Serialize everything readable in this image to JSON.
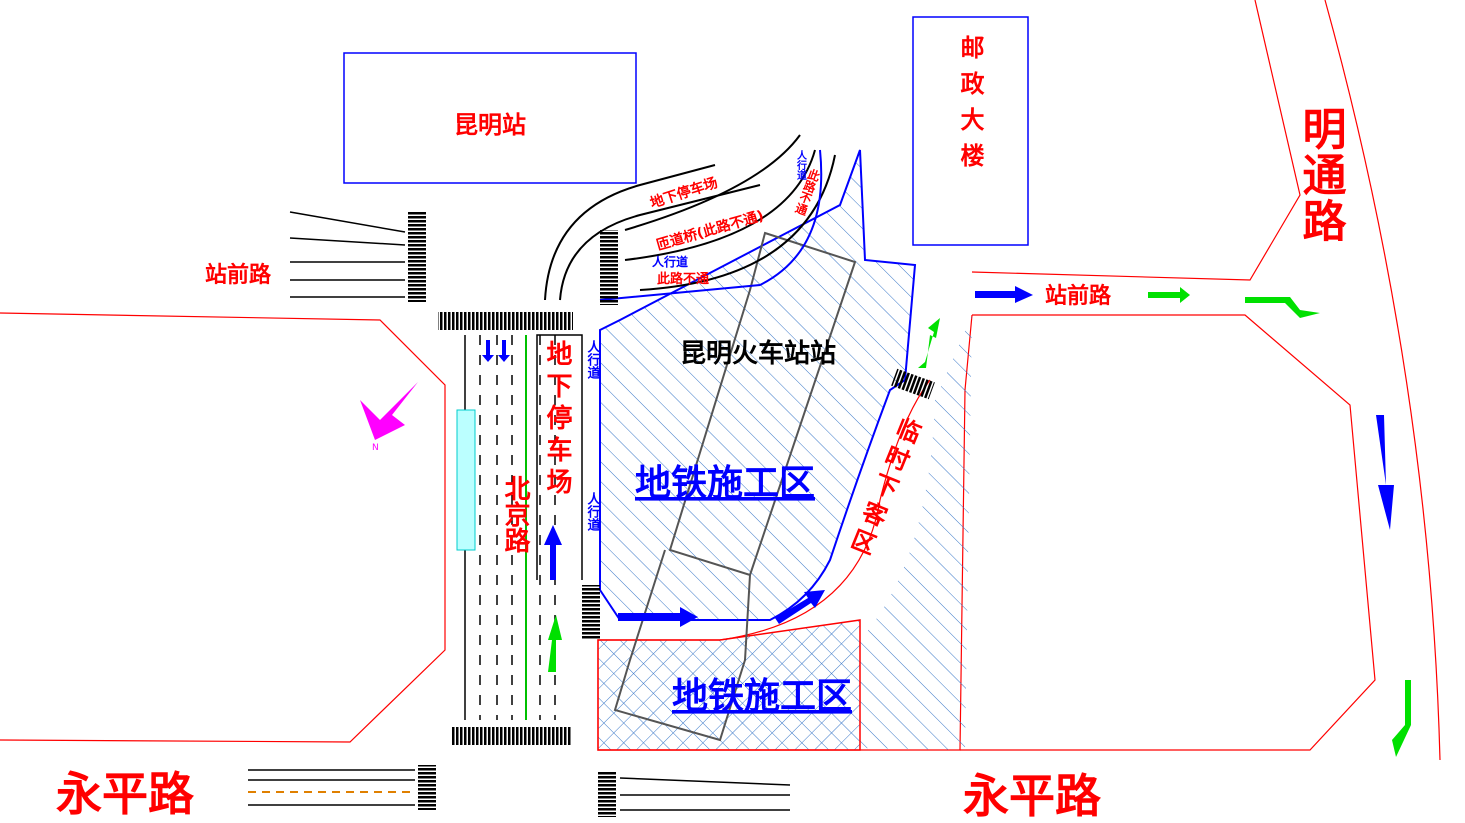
{
  "buildings": {
    "station_building": "昆明站",
    "post_building": "邮政大楼"
  },
  "roads": {
    "mingtong_road": "明通路",
    "zhanqian_road_west": "站前路",
    "zhanqian_road_east": "站前路",
    "beijing_road": "北京路",
    "yongping_road_west": "永平路",
    "yongping_road_east": "永平路"
  },
  "areas": {
    "underground_parking_vertical": "地下停车场",
    "underground_parking_ramp": "地下停车场",
    "ramp_bridge": "匝道桥(此路不通)",
    "no_through_1": "此路不通",
    "no_through_2": "此路不通",
    "sidewalk_1": "人行道",
    "sidewalk_2": "人行道",
    "sidewalk_3": "人行道",
    "sidewalk_4": "人行道",
    "metro_station": "昆明火车站站",
    "metro_construction_1": "地铁施工区",
    "metro_construction_2": "地铁施工区",
    "temporary_dropoff": "临时下客区"
  },
  "colors": {
    "road_edge": "#ff0000",
    "label_red": "#ff0000",
    "label_blue": "#0000ff",
    "arrow_green": "#00ff00",
    "hatch": "#3a78c8"
  }
}
